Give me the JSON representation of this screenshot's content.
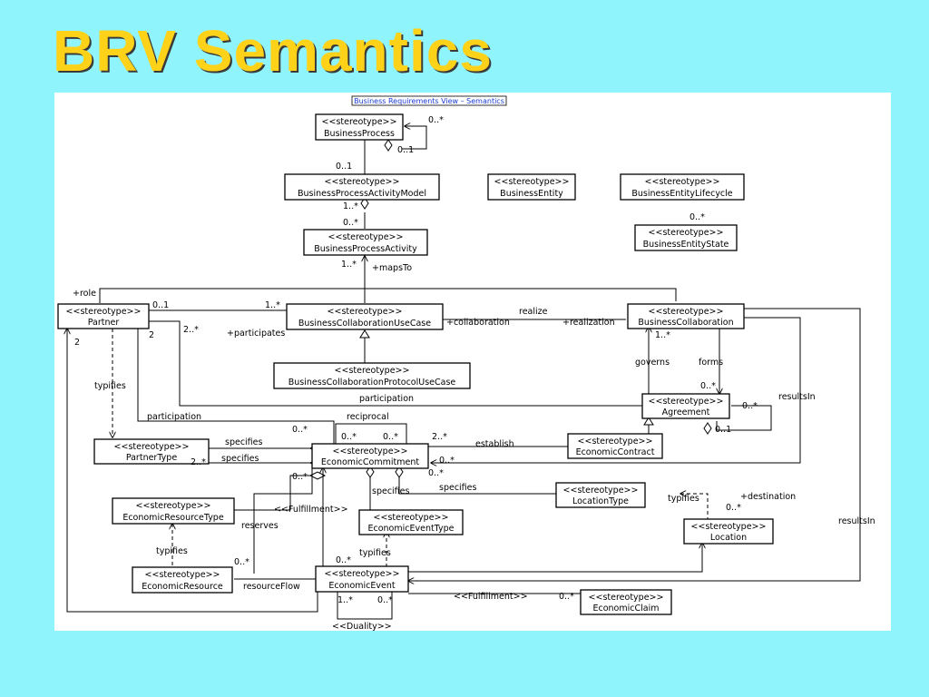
{
  "slide": {
    "title": "BRV Semantics"
  },
  "diagram": {
    "frame_title": "Business Requirements View – Semantics",
    "stereotype": "<<stereotype>>",
    "classes": {
      "business_process": "BusinessProcess",
      "bp_activity_model": "BusinessProcessActivityModel",
      "bp_activity": "BusinessProcessActivity",
      "business_entity": "BusinessEntity",
      "be_lifecycle": "BusinessEntityLifecycle",
      "be_state": "BusinessEntityState",
      "partner": "Partner",
      "collab_use_case": "BusinessCollaborationUseCase",
      "collab_protocol_use_case": "BusinessCollaborationProtocolUseCase",
      "business_collaboration": "BusinessCollaboration",
      "agreement": "Agreement",
      "partner_type": "PartnerType",
      "economic_commitment": "EconomicCommitment",
      "economic_contract": "EconomicContract",
      "economic_resource_type": "EconomicResourceType",
      "economic_event_type": "EconomicEventType",
      "location_type": "LocationType",
      "location": "Location",
      "economic_resource": "EconomicResource",
      "economic_event": "EconomicEvent",
      "economic_claim": "EconomicClaim"
    },
    "labels": {
      "m_0_star": "0..*",
      "m_0_1": "0..1",
      "m_1_star": "1..*",
      "m_2_star": "2..*",
      "m_2": "2",
      "role": "+role",
      "maps_to": "+mapsTo",
      "participates": "+participates",
      "collaboration": "+collaboration",
      "realization": "+realization",
      "realize": "realize",
      "governs": "governs",
      "forms": "forms",
      "results_in": "resultsIn",
      "typifies": "typifies",
      "participation": "participation",
      "reciprocal": "reciprocal",
      "establish": "establish",
      "specifies": "specifies",
      "fulfillment": "<<Fulfillment>>",
      "reserves": "reserves",
      "resource_flow": "resourceFlow",
      "destination": "+destination",
      "duality": "<<Duality>>"
    }
  }
}
